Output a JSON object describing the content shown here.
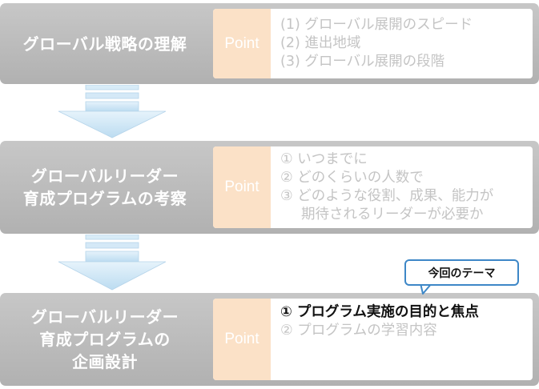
{
  "stages": [
    {
      "title_lines": [
        "グローバル戦略の理解"
      ],
      "tag": "Point",
      "points": [
        {
          "text": "(1) グローバル展開のスピード"
        },
        {
          "text": "(2) 進出地域"
        },
        {
          "text": "(3) グローバル展開の段階"
        }
      ]
    },
    {
      "title_lines": [
        "グローバルリーダー",
        "育成プログラムの考察"
      ],
      "tag": "Point",
      "points": [
        {
          "text": "① いつまでに"
        },
        {
          "text": "② どのくらいの人数で"
        },
        {
          "text": "③ どのような役割、成果、能力が",
          "cont": "期待されるリーダーが必要か"
        }
      ]
    },
    {
      "title_lines": [
        "グローバルリーダー",
        "育成プログラムの",
        "企画設計"
      ],
      "tag": "Point",
      "points": [
        {
          "text": "① プログラム実施の目的と焦点",
          "focus": true
        },
        {
          "text": "② プログラムの学習内容"
        }
      ]
    }
  ],
  "callout": {
    "label": "今回のテーマ"
  },
  "colors": {
    "stage_bg": "#b9b9b9",
    "point_tag_bg": "#fbe1c7",
    "inactive_text": "#c4c4c4",
    "active_text": "#111111",
    "arrow_fill": "#cfe6f5",
    "callout_border": "#3d87c7"
  }
}
